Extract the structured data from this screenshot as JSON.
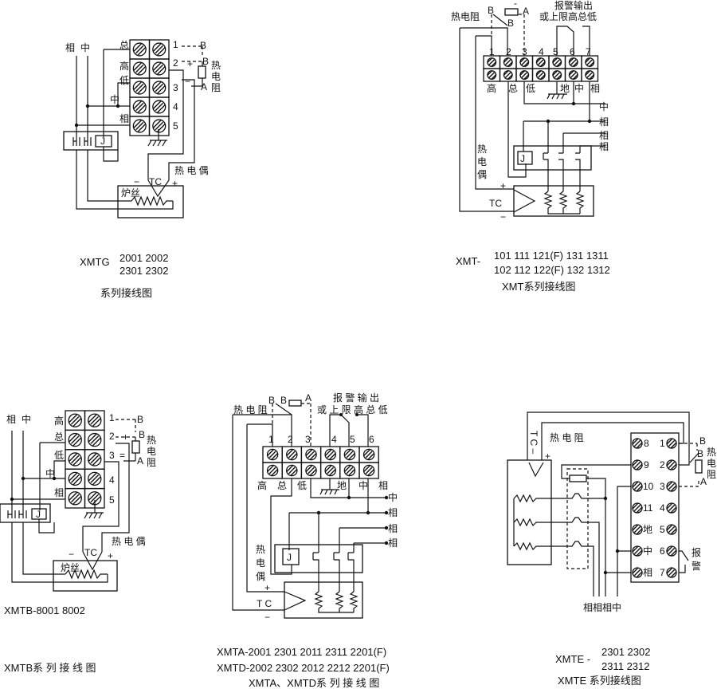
{
  "d1": {
    "phase": "相",
    "neutral": "中",
    "left": {
      "zong": "总",
      "gao": "高",
      "di": "低",
      "zhong": "中",
      "xiang": "相"
    },
    "nums": [
      "1",
      "2",
      "3",
      "4",
      "5"
    ],
    "B1": "B",
    "B2": "B",
    "A": "A",
    "plus": "+",
    "minus": "−",
    "rtd": [
      "热",
      "电",
      "阻"
    ],
    "j": "J",
    "tc": "TC",
    "tc_minus": "−",
    "tc_plus": "+",
    "thermocouple": "热 电 偶",
    "heater": "炉丝",
    "caption_model": "XMTG",
    "caption_line1": "2001  2002",
    "caption_line2": "2301  2302",
    "caption_title": "系列接线图"
  },
  "d2": {
    "rtd": "热电阻",
    "B1": "B",
    "B2": "B",
    "A": "A",
    "neg": "-",
    "alarm1": "报警输出",
    "alarm2": "或上限高总低",
    "nums": [
      "1",
      "2",
      "3",
      "4",
      "5",
      "6",
      "7"
    ],
    "below": {
      "gao": "高",
      "zong": "总",
      "di": "低",
      "ground": "地",
      "zhong": "中",
      "xiang": "相"
    },
    "right": [
      "中",
      "相",
      "相",
      "相"
    ],
    "thermocouple": [
      "热",
      "电",
      "偶"
    ],
    "j": "J",
    "tc": "TC",
    "plus": "+",
    "minus": "−",
    "caption_model": "XMT-",
    "caption_line1": "101   111   121(F)   131   1311",
    "caption_line2": "102   112   122(F)   132   1312",
    "caption_title": "XMT系列接线图"
  },
  "d3": {
    "phase": "相",
    "neutral": "中",
    "left": {
      "gao": "高",
      "zong": "总",
      "di": "低",
      "zhong": "中",
      "xiang": "相"
    },
    "nums": [
      "1",
      "2",
      "3",
      "4",
      "5"
    ],
    "B1": "B",
    "B2": "B",
    "A": "A",
    "plus": "+",
    "minus": "=",
    "rtd": [
      "热",
      "电",
      "阻"
    ],
    "j": "J",
    "tc": "TC",
    "tc_minus": "−",
    "tc_plus": "+",
    "thermocouple": "热 电 偶",
    "heater": "炉丝",
    "caption_model": "XMTB-8001  8002",
    "caption_title": "XMTB系 列 接 线 图"
  },
  "d4": {
    "rtd": "热 电 阻",
    "B1": "B",
    "B2": "B",
    "A": "A",
    "alarm1": "报 警 输 出",
    "alarm2": "或 上 限 高 总 低",
    "nums": [
      "1",
      "2",
      "3",
      "4",
      "5",
      "6"
    ],
    "below": {
      "gao": "高",
      "zong": "总",
      "di": "低",
      "ground": "地",
      "zhong": "中",
      "xiang": "相"
    },
    "right": [
      "中",
      "相",
      "相",
      "相"
    ],
    "thermocouple": [
      "热",
      "电",
      "偶"
    ],
    "j": "J",
    "tc": "T C",
    "plus": "+",
    "minus": "−",
    "caption_line1": "XMTA-2001  2301  2011  2311  2201(F)",
    "caption_line2": "XMTD-2002  2302  2012  2212  2201(F)",
    "caption_title": "XMTA、XMTD系 列 接 线 图"
  },
  "d5": {
    "tc": "T C –",
    "plus": "+",
    "rtd": "热 电 阻",
    "left_labels": [
      "8",
      "9",
      "10",
      "11",
      "地",
      "中",
      "相"
    ],
    "right_labels": [
      "1",
      "2",
      "3",
      "4",
      "5",
      "6",
      "7"
    ],
    "B1": "B",
    "B2": "B",
    "A": "A",
    "rtd_side": [
      "热",
      "电",
      "阻"
    ],
    "alarm": [
      "报",
      "警"
    ],
    "bottom": "相相相中",
    "caption_model": "XMTE -",
    "caption_line1": "2301  2302",
    "caption_line2": "2311  2312",
    "caption_title": "XMTE 系列接线图"
  }
}
